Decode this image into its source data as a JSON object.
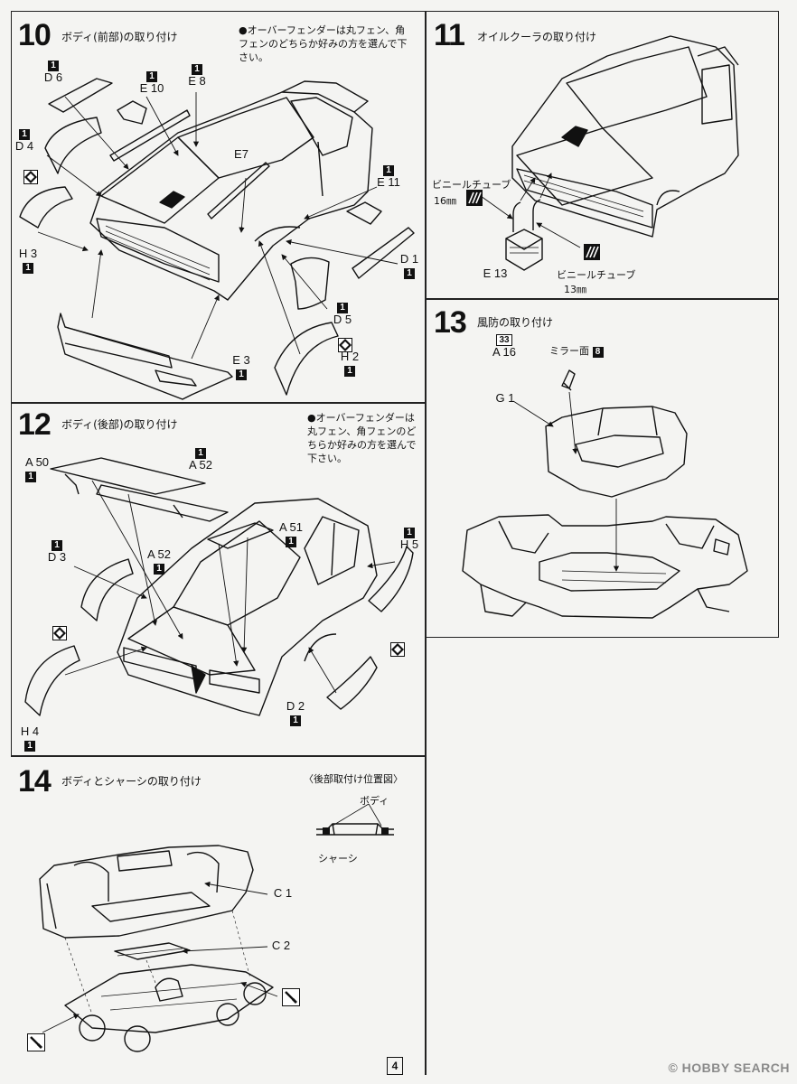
{
  "page_number": "4",
  "watermark": "© HOBBY SEARCH",
  "step10": {
    "number": "10",
    "title": "ボディ(前部)の取り付け",
    "note": "●オーバーフェンダーは丸フェン、角フェンのどちらか好みの方を選んで下さい。",
    "parts": {
      "d6": "D 6",
      "e10": "E 10",
      "e8": "E 8",
      "d4": "D 4",
      "e7": "E7",
      "e11": "E 11",
      "h3": "H 3",
      "d1": "D 1",
      "d5": "D 5",
      "h2": "H 2",
      "e3": "E 3"
    },
    "badge": "1"
  },
  "step11": {
    "number": "11",
    "title": "オイルクーラの取り付け",
    "tube1_label": "ビニールチューブ",
    "tube1_size": "16㎜",
    "tube2_label": "ビニールチューブ",
    "tube2_size": "13㎜",
    "part_e13": "E 13"
  },
  "step12": {
    "number": "12",
    "title": "ボディ(後部)の取り付け",
    "note": "●オーバーフェンダーは丸フェン、角フェンのどちらか好みの方を選んで下さい。",
    "parts": {
      "a50": "A 50",
      "a52_top": "A 52",
      "a51": "A 51",
      "d3": "D 3",
      "a52_mid": "A 52",
      "h5": "H 5",
      "h4": "H 4",
      "d2": "D 2"
    },
    "badge": "1"
  },
  "step13": {
    "number": "13",
    "title": "風防の取り付け",
    "badge_33": "33",
    "part_a16": "A 16",
    "mirror_label": "ミラー面",
    "mirror_badge": "8",
    "part_g1": "G 1"
  },
  "step14": {
    "number": "14",
    "title": "ボディとシャーシの取り付け",
    "rear_detail_label": "〈後部取付け位置図〉",
    "body_label": "ボディ",
    "chassis_label": "シャーシ",
    "part_c1": "C 1",
    "part_c2": "C 2"
  }
}
